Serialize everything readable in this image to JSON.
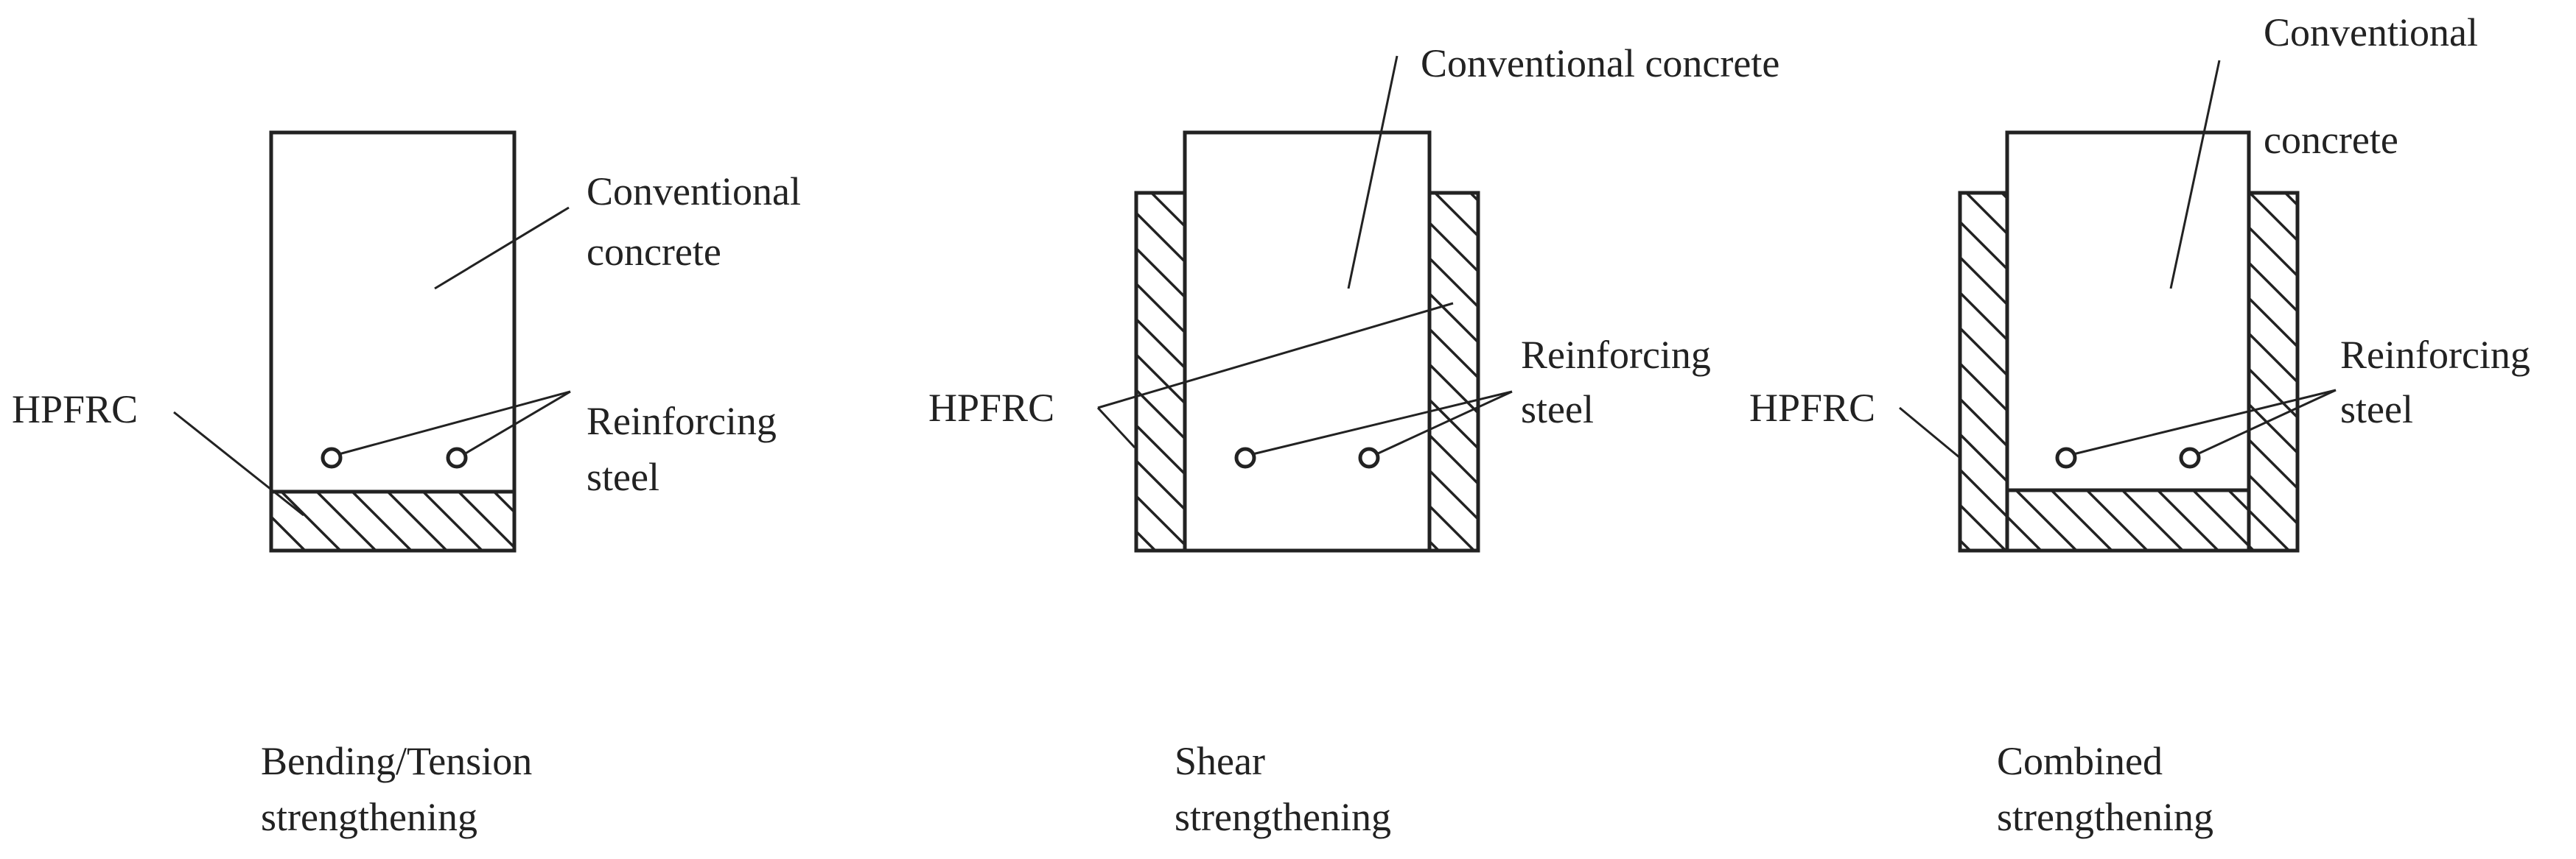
{
  "panels": [
    {
      "concrete_label": [
        "Conventional",
        "concrete"
      ],
      "hpfrc_label": "HPFRC",
      "steel_label": [
        "Reinforcing",
        "steel"
      ],
      "caption": [
        "Bending/Tension",
        "strengthening"
      ]
    },
    {
      "concrete_label": [
        "Conventional concrete"
      ],
      "hpfrc_label": "HPFRC",
      "steel_label": [
        "Reinforcing",
        "steel"
      ],
      "caption": [
        "Shear",
        "strengthening"
      ]
    },
    {
      "concrete_label": [
        "Conventional",
        "concrete"
      ],
      "hpfrc_label": "HPFRC",
      "steel_label": [
        "Reinforcing",
        "steel"
      ],
      "caption": [
        "Combined",
        "strengthening"
      ]
    }
  ],
  "colors": {
    "ink": "#222222",
    "background": "#ffffff"
  }
}
